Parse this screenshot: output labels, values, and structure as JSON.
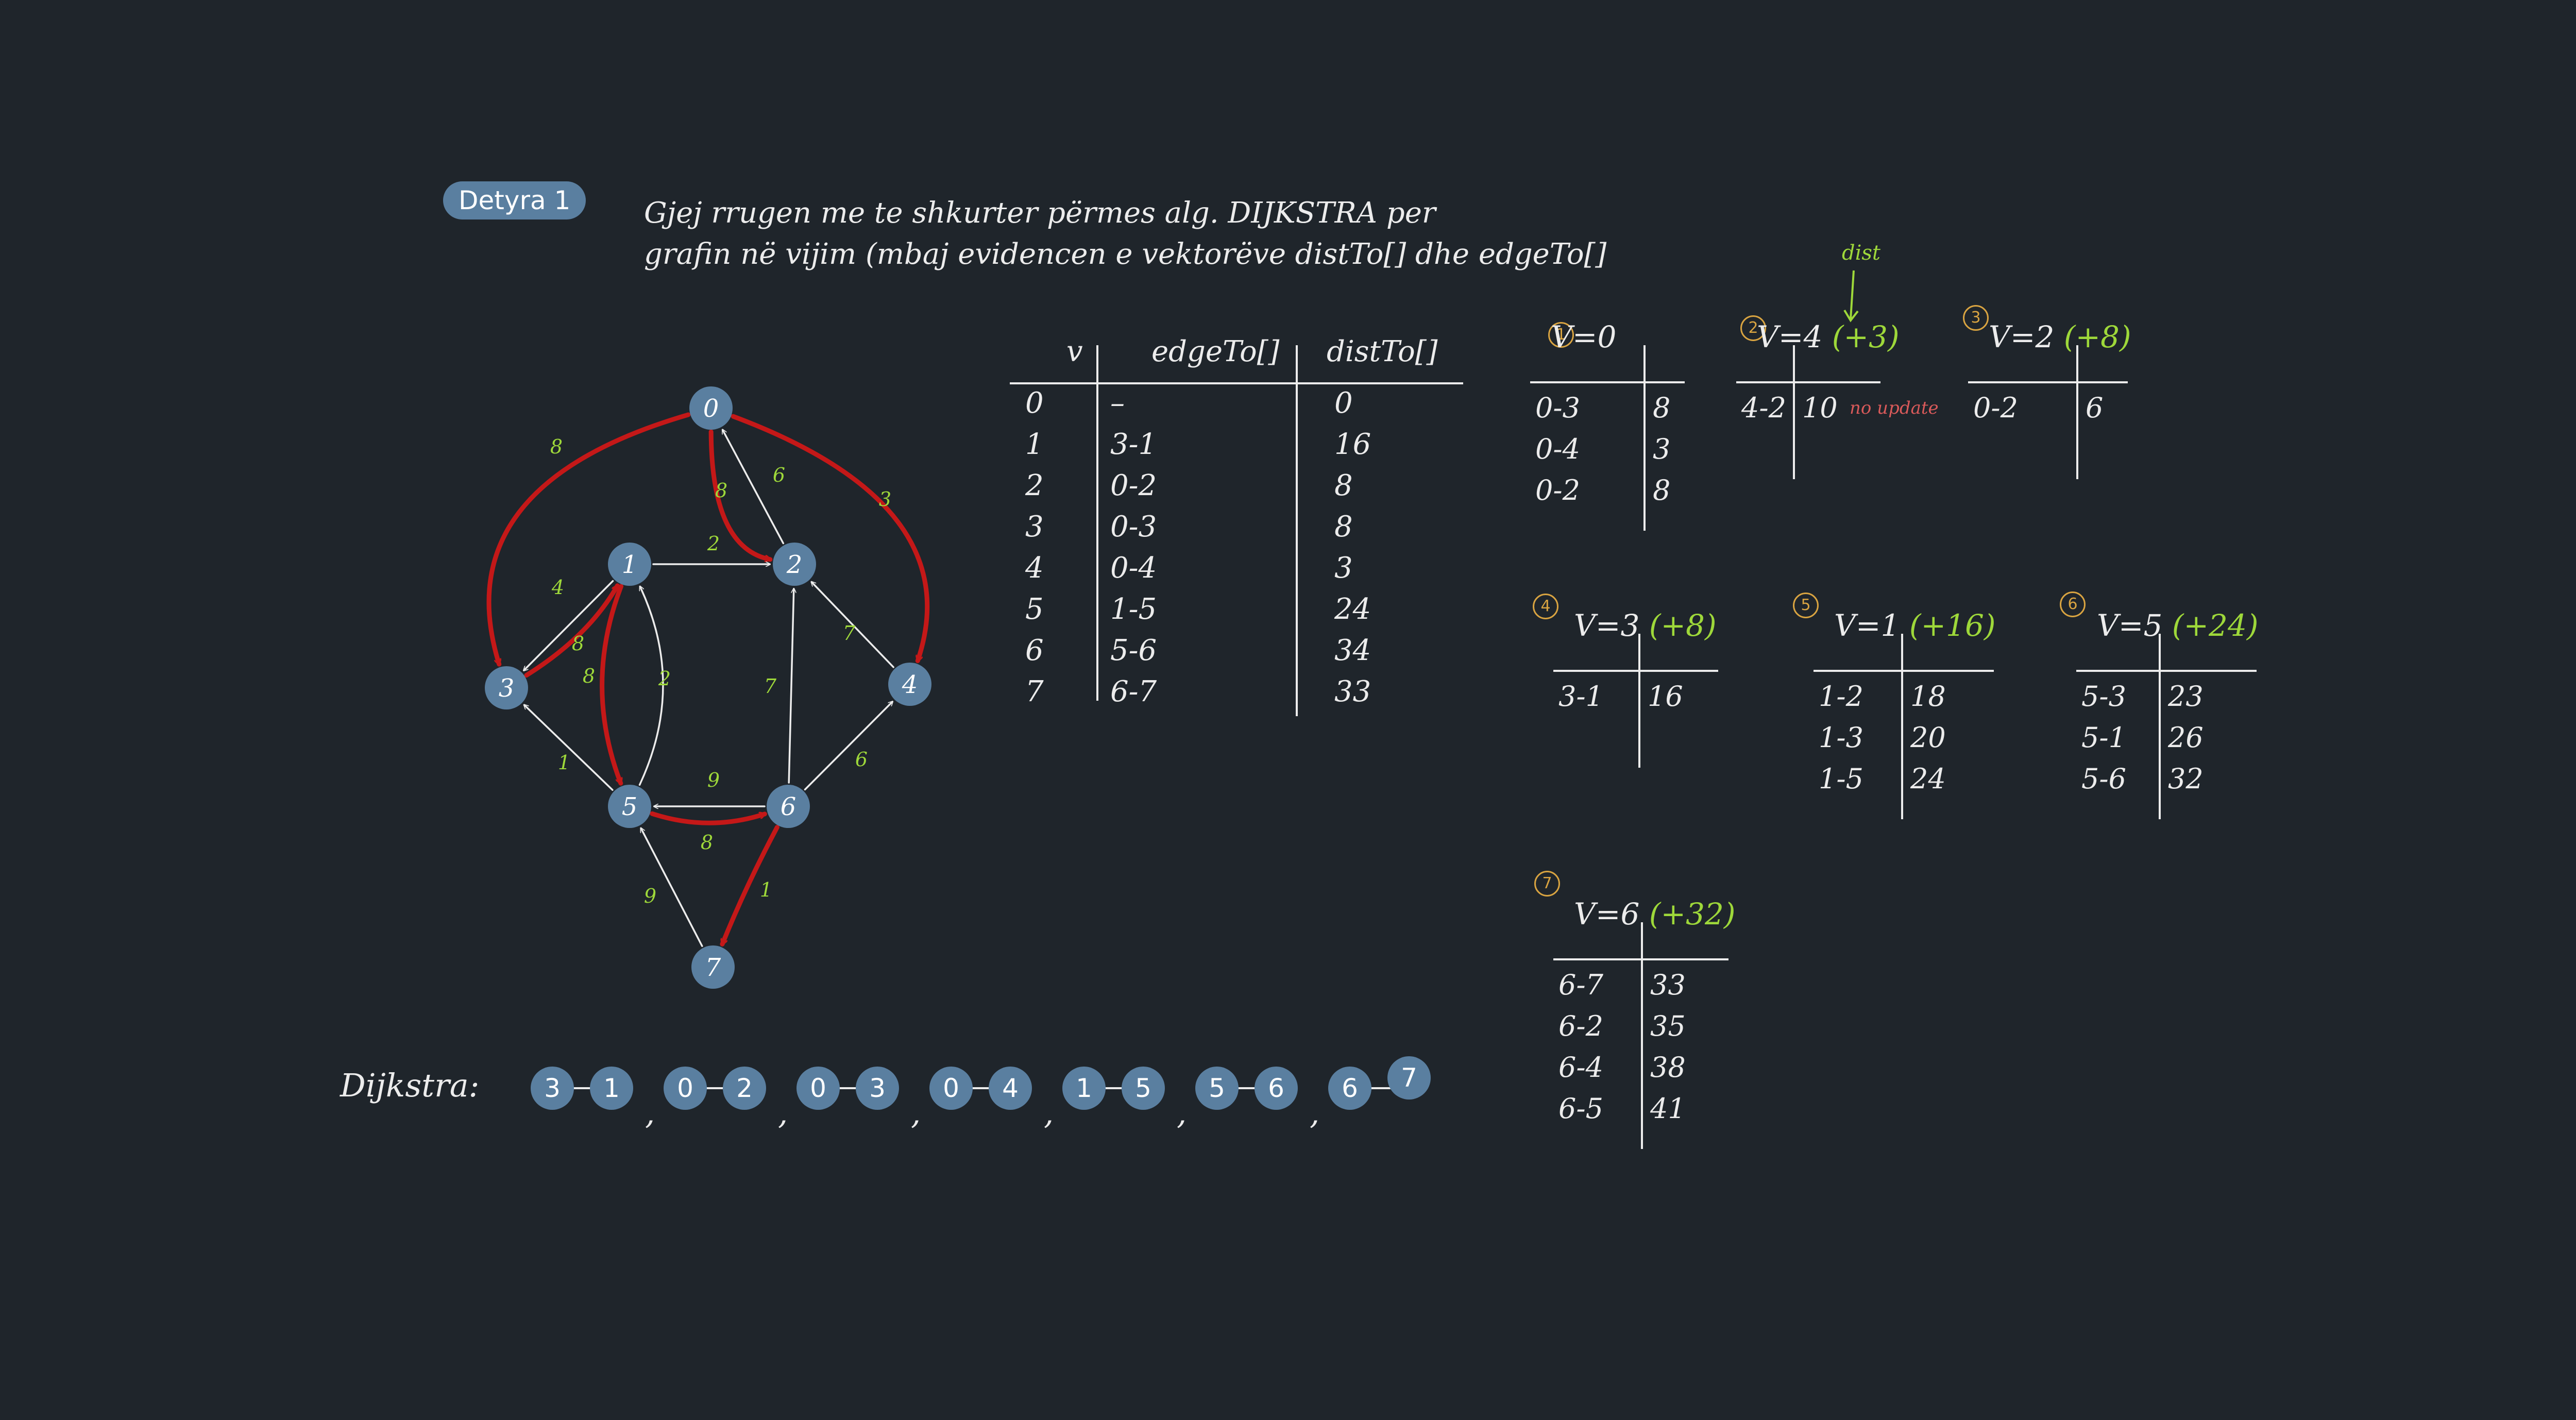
{
  "header": {
    "badge": "Detyra 1",
    "line1": "Gjej rrugen me te shkurter përmes alg. DIJKSTRA per",
    "line2": "grafin në vijim (mbaj evidencen e vektorëve distTo[] dhe edgeTo[]"
  },
  "graph": {
    "nodes": [
      {
        "id": "0"
      },
      {
        "id": "1"
      },
      {
        "id": "2"
      },
      {
        "id": "3"
      },
      {
        "id": "4"
      },
      {
        "id": "5"
      },
      {
        "id": "6"
      },
      {
        "id": "7"
      }
    ],
    "edges": [
      {
        "from": "0",
        "to": "3",
        "w": "8",
        "red": true
      },
      {
        "from": "0",
        "to": "4",
        "w": "3",
        "red": true
      },
      {
        "from": "0",
        "to": "2",
        "w": "8",
        "red": true
      },
      {
        "from": "2",
        "to": "0",
        "w": "6",
        "red": false
      },
      {
        "from": "1",
        "to": "2",
        "w": "2",
        "red": false
      },
      {
        "from": "1",
        "to": "3",
        "w": "4",
        "red": false
      },
      {
        "from": "3",
        "to": "1",
        "w": "8",
        "red": true
      },
      {
        "from": "1",
        "to": "5",
        "w": "8",
        "red": true
      },
      {
        "from": "5",
        "to": "1",
        "w": "2",
        "red": false
      },
      {
        "from": "5",
        "to": "3",
        "w": "1",
        "red": false
      },
      {
        "from": "4",
        "to": "2",
        "w": "7",
        "red": false
      },
      {
        "from": "6",
        "to": "2",
        "w": "7",
        "red": false
      },
      {
        "from": "6",
        "to": "4",
        "w": "6",
        "red": false
      },
      {
        "from": "6",
        "to": "5",
        "w": "9",
        "red": false
      },
      {
        "from": "5",
        "to": "6",
        "w": "8",
        "red": true
      },
      {
        "from": "6",
        "to": "7",
        "w": "1",
        "red": true
      },
      {
        "from": "7",
        "to": "5",
        "w": "9",
        "red": false
      }
    ]
  },
  "main_table": {
    "headers": [
      "v",
      "edgeTo[]",
      "distTo[]"
    ],
    "rows": [
      {
        "v": "0",
        "edge": "–",
        "dist": "0"
      },
      {
        "v": "1",
        "edge": "3-1",
        "dist": "16"
      },
      {
        "v": "2",
        "edge": "0-2",
        "dist": "8"
      },
      {
        "v": "3",
        "edge": "0-3",
        "dist": "8"
      },
      {
        "v": "4",
        "edge": "0-4",
        "dist": "3"
      },
      {
        "v": "5",
        "edge": "1-5",
        "dist": "24"
      },
      {
        "v": "6",
        "edge": "5-6",
        "dist": "34"
      },
      {
        "v": "7",
        "edge": "6-7",
        "dist": "33"
      }
    ]
  },
  "dist_annotation": "dist",
  "no_update_note": "no update",
  "steps": [
    {
      "num": "1",
      "title": "V=0",
      "extra": "",
      "rows": [
        [
          "0-3",
          "8"
        ],
        [
          "0-4",
          "3"
        ],
        [
          "0-2",
          "8"
        ]
      ]
    },
    {
      "num": "2",
      "title": "V=4",
      "extra": "(+3)",
      "rows": [
        [
          "4-2",
          "10"
        ]
      ]
    },
    {
      "num": "3",
      "title": "V=2",
      "extra": "(+8)",
      "rows": [
        [
          "0-2",
          "6"
        ]
      ]
    },
    {
      "num": "4",
      "title": "V=3",
      "extra": "(+8)",
      "rows": [
        [
          "3-1",
          "16"
        ]
      ]
    },
    {
      "num": "5",
      "title": "V=1",
      "extra": "(+16)",
      "rows": [
        [
          "1-2",
          "18"
        ],
        [
          "1-3",
          "20"
        ],
        [
          "1-5",
          "24"
        ]
      ]
    },
    {
      "num": "6",
      "title": "V=5",
      "extra": "(+24)",
      "rows": [
        [
          "5-3",
          "23"
        ],
        [
          "5-1",
          "26"
        ],
        [
          "5-6",
          "32"
        ]
      ]
    },
    {
      "num": "7",
      "title": "V=6",
      "extra": "(+32)",
      "rows": [
        [
          "6-7",
          "33"
        ],
        [
          "6-2",
          "35"
        ],
        [
          "6-4",
          "38"
        ],
        [
          "6-5",
          "41"
        ]
      ]
    }
  ],
  "dijkstra": {
    "label": "Dijkstra:",
    "pairs": [
      [
        "3",
        "1"
      ],
      [
        "0",
        "2"
      ],
      [
        "0",
        "3"
      ],
      [
        "0",
        "4"
      ],
      [
        "1",
        "5"
      ],
      [
        "5",
        "6"
      ],
      [
        "6",
        "7"
      ]
    ]
  },
  "colors": {
    "background": "#1f252b",
    "node": "#5a7fa0",
    "red_edge": "#c41818",
    "green": "#9ed83a",
    "orange": "#d9a441"
  }
}
